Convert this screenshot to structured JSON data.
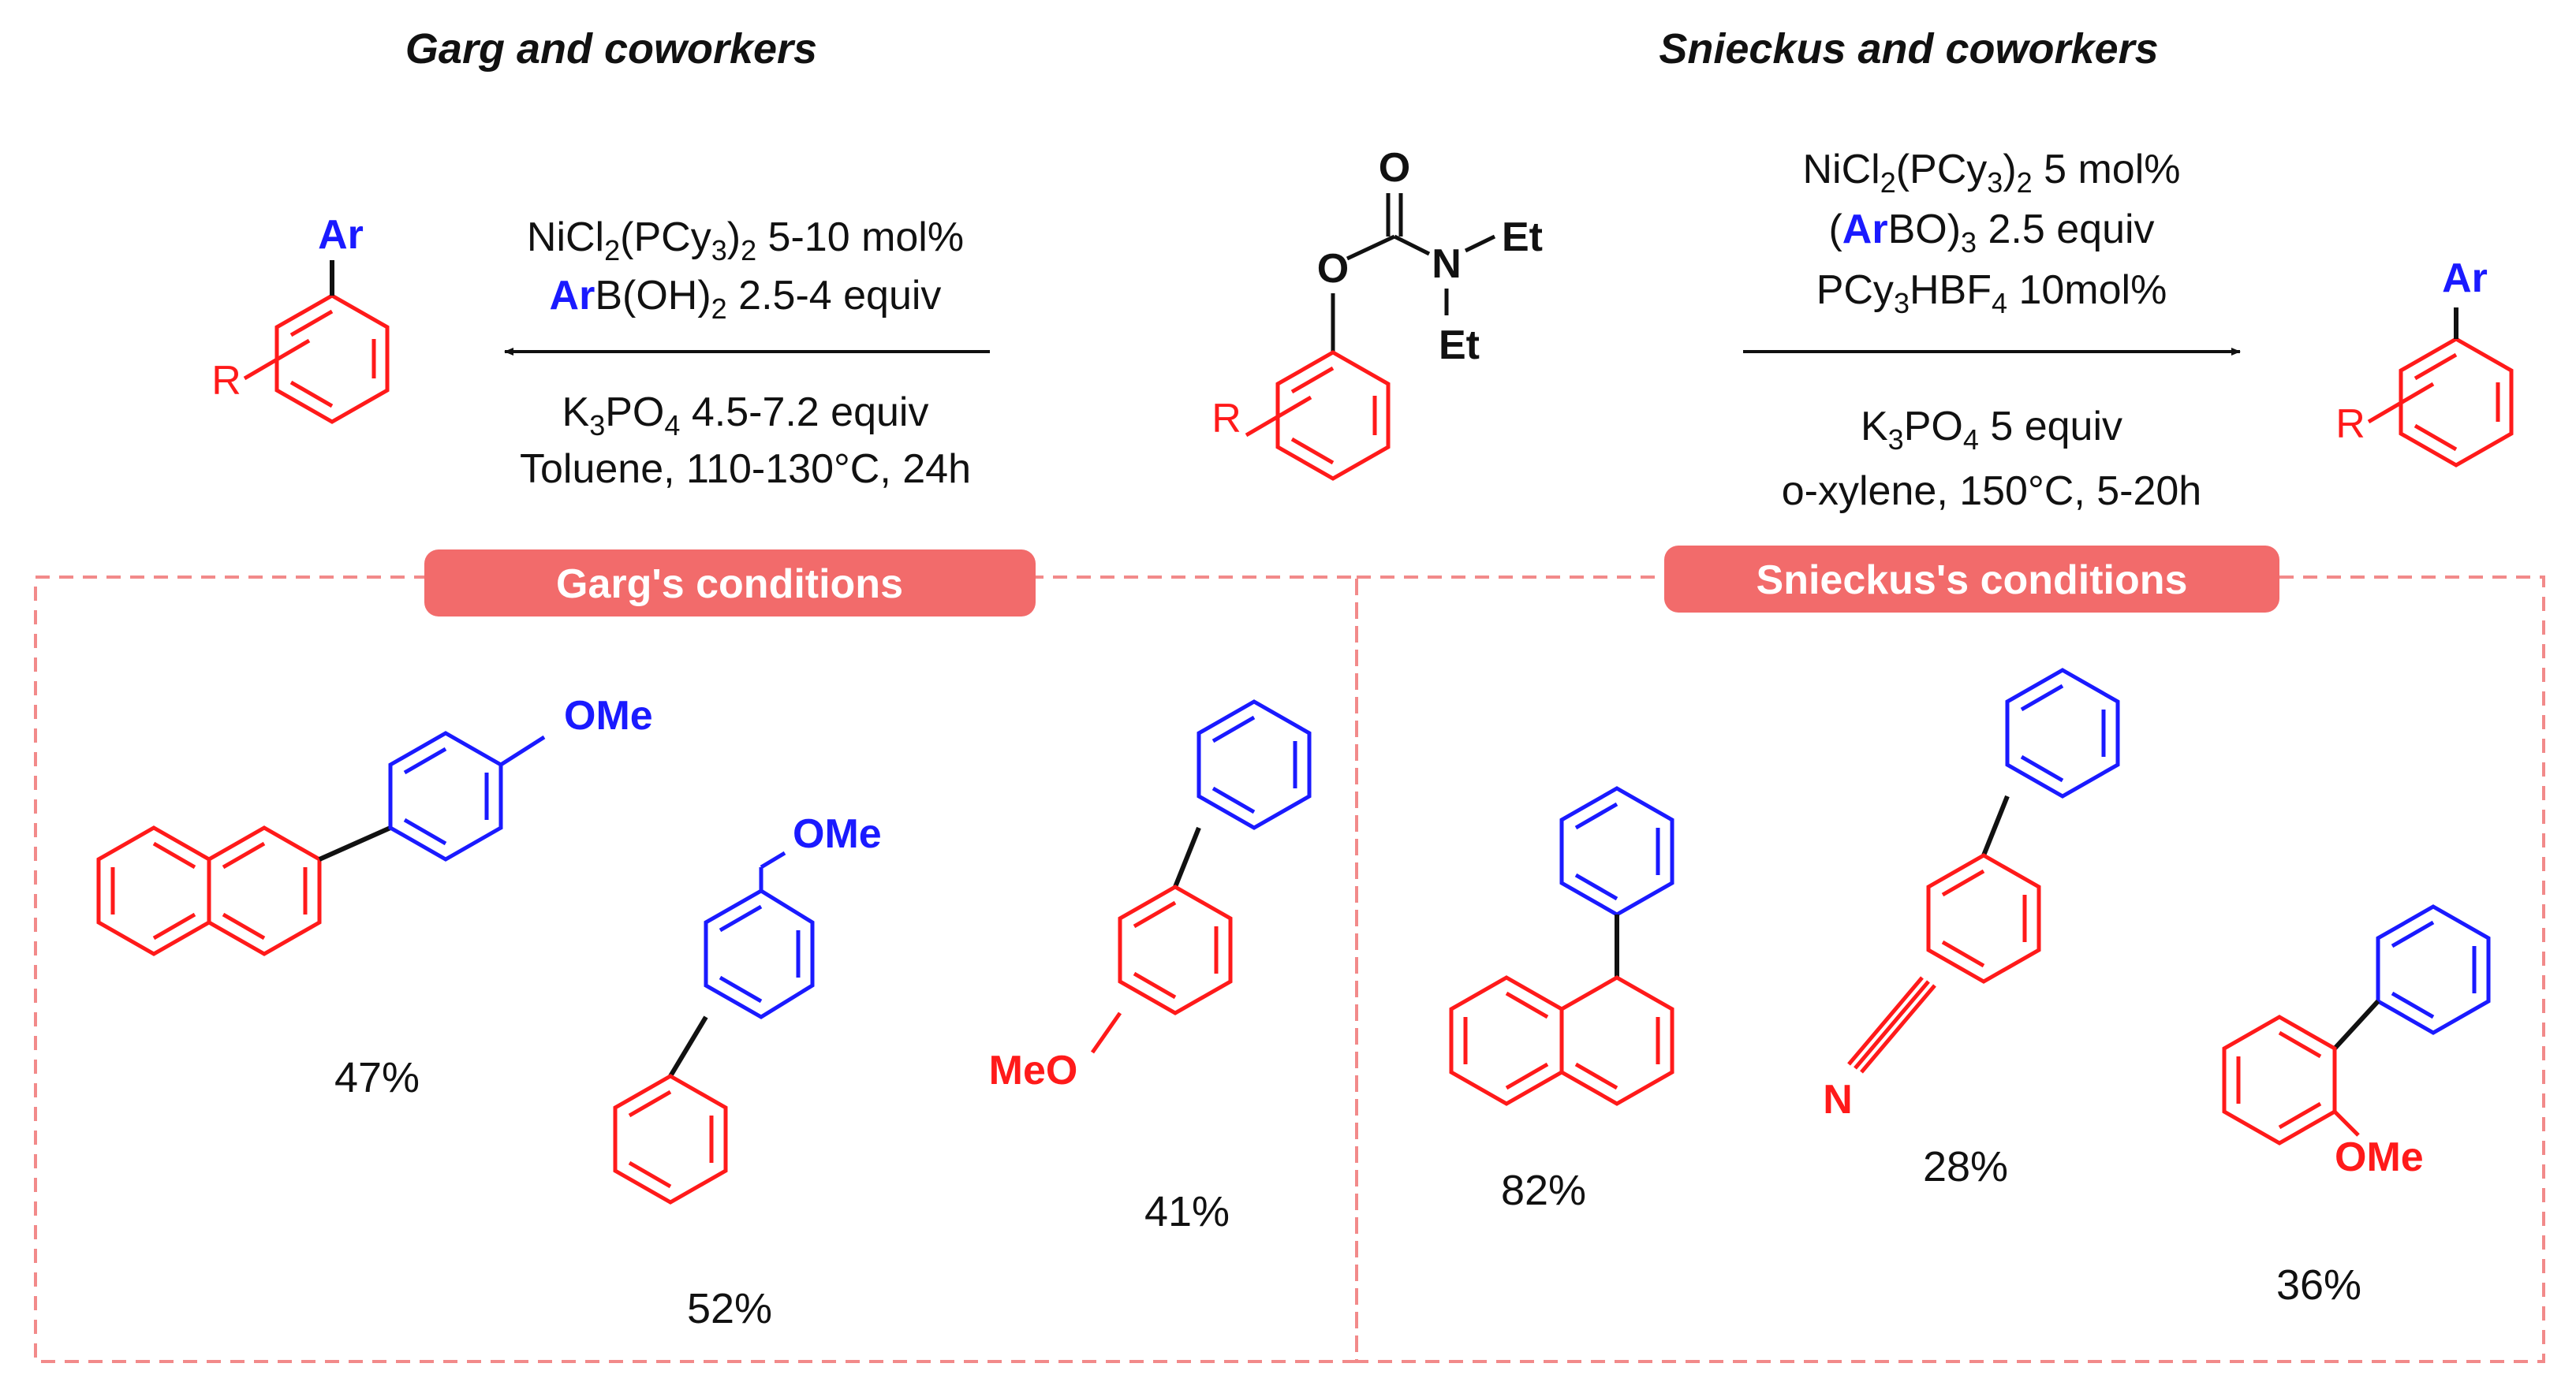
{
  "colors": {
    "substrate_red": "#ff1a1a",
    "aryl_blue": "#1a1aff",
    "bond_black": "#111111",
    "pill_fill": "#f26b6b",
    "dash_border": "#f28a8a"
  },
  "garg": {
    "heading": "Garg and coworkers",
    "reagent_lines": {
      "line1": {
        "a": "NiCl",
        "s1": "2",
        "b": "(PCy",
        "s2": "3",
        "c": ")",
        "s3": "2",
        "d": " 5-10 mol%"
      },
      "line2": {
        "ar": "Ar",
        "b": "B(OH)",
        "s1": "2",
        "c": " 2.5-4 equiv"
      },
      "line3": {
        "a": "K",
        "s1": "3",
        "b": "PO",
        "s2": "4",
        "c": " 4.5-7.2 equiv"
      },
      "line4": "Toluene, 110-130°C, 24h"
    },
    "product_labels": {
      "ar": "Ar",
      "r": "R"
    },
    "pill": "Garg's conditions",
    "examples": [
      {
        "group": "OMe",
        "yield": "47%"
      },
      {
        "group": "OMe",
        "yield": "52%"
      },
      {
        "group": "MeO",
        "yield": "41%"
      }
    ]
  },
  "center": {
    "atoms": {
      "carbonyl_o": "O",
      "ester_o": "O",
      "n": "N",
      "et1": "Et",
      "et2": "Et",
      "r": "R"
    }
  },
  "snieckus": {
    "heading": "Snieckus and coworkers",
    "reagent_lines": {
      "line1": {
        "a": "NiCl",
        "s1": "2",
        "b": "(PCy",
        "s2": "3",
        "c": ")",
        "s3": "2",
        "d": " 5 mol%"
      },
      "line2": {
        "open": "(",
        "ar": "Ar",
        "b": "BO)",
        "s1": "3",
        "c": " 2.5 equiv"
      },
      "line3": {
        "a": "PCy",
        "s1": "3",
        "b": "HBF",
        "s2": "4",
        "c": " 10mol%"
      },
      "line4": {
        "a": "K",
        "s1": "3",
        "b": "PO",
        "s2": "4",
        "c": " 5 equiv"
      },
      "line5": "o-xylene, 150°C, 5-20h"
    },
    "product_labels": {
      "ar": "Ar",
      "r": "R"
    },
    "pill": "Snieckus's conditions",
    "examples": [
      {
        "group": "",
        "yield": "82%"
      },
      {
        "group": "N",
        "yield": "28%"
      },
      {
        "group": "OMe",
        "yield": "36%"
      }
    ]
  }
}
